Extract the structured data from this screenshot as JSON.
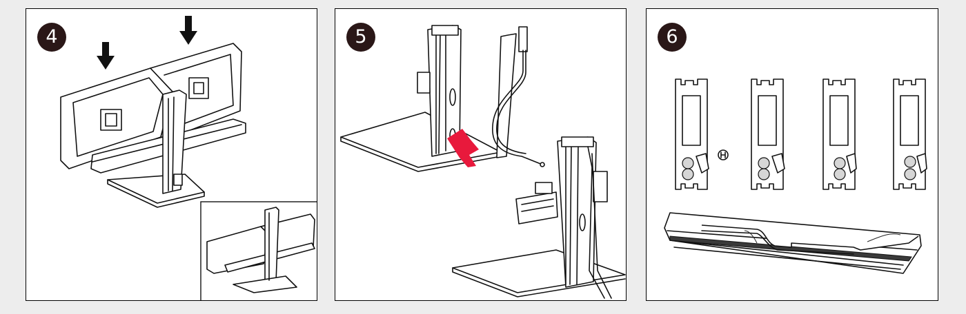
{
  "steps": {
    "step4": {
      "number": "4"
    },
    "step5": {
      "number": "5"
    },
    "step6": {
      "number": "6"
    }
  },
  "colors": {
    "badge": "#2a1717",
    "border": "#000000",
    "background": "#ededed",
    "highlight": "#e8193c"
  },
  "icons": [
    "arrow-down-icon",
    "arrow-down-icon",
    "hand-icon"
  ]
}
